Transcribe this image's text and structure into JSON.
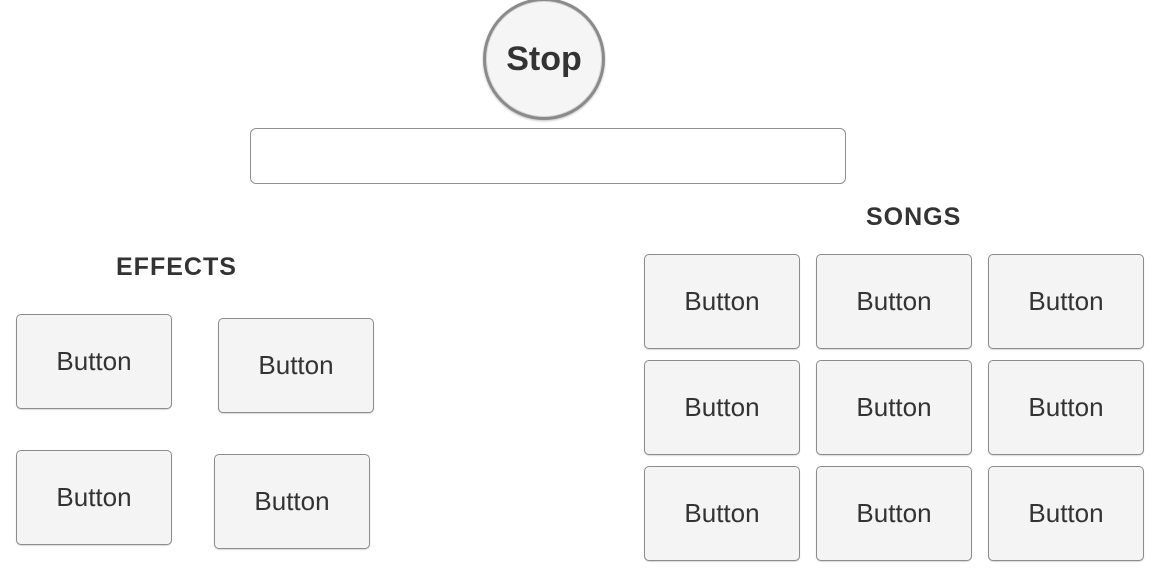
{
  "stop_button": {
    "label": "Stop"
  },
  "text_field": {
    "value": "",
    "placeholder": ""
  },
  "effects": {
    "title": "EFFECTS",
    "buttons": [
      {
        "label": "Button"
      },
      {
        "label": "Button"
      },
      {
        "label": "Button"
      },
      {
        "label": "Button"
      }
    ]
  },
  "songs": {
    "title": "SONGS",
    "buttons": [
      {
        "label": "Button"
      },
      {
        "label": "Button"
      },
      {
        "label": "Button"
      },
      {
        "label": "Button"
      },
      {
        "label": "Button"
      },
      {
        "label": "Button"
      },
      {
        "label": "Button"
      },
      {
        "label": "Button"
      },
      {
        "label": "Button"
      }
    ]
  }
}
